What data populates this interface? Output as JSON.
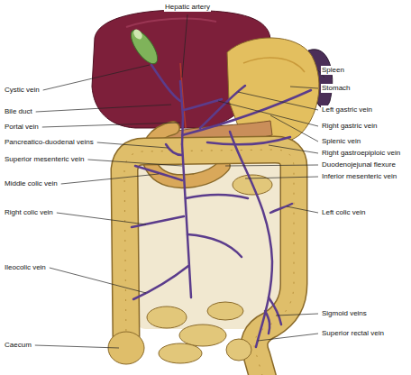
{
  "diagram": {
    "labels": [
      "Hepatic artery",
      "Spleen",
      "Stomach",
      "Cystic vein",
      "Left gastric vein",
      "Bile duct",
      "Portal vein",
      "Right gastric vein",
      "Pancreatico-duodenal veins",
      "Splenic vein",
      "Right gastroepiploic vein",
      "Superior mesenteric vein",
      "Duodenojejunal flexure",
      "Inferior mesenteric vein",
      "Middle colic vein",
      "Right colic vein",
      "Left colic vein",
      "Ileocolic vein",
      "Sigmoid veins",
      "Superior rectal vein",
      "Caecum"
    ]
  }
}
